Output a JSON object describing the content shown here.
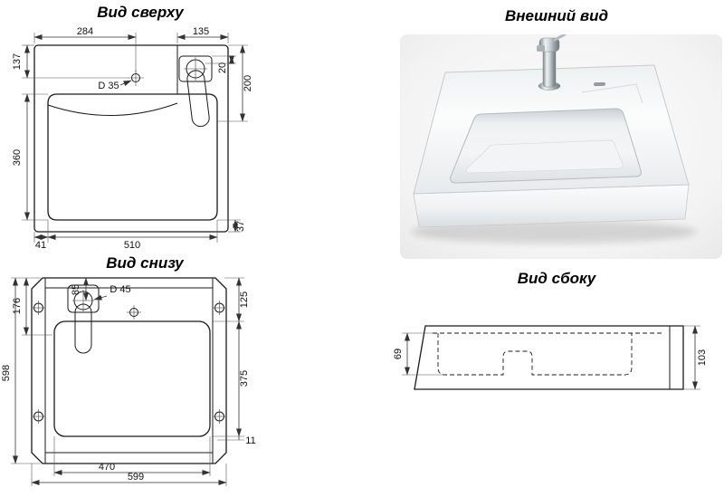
{
  "views": {
    "top": {
      "title": "Вид сверху",
      "dims": {
        "width_to_hole": "284",
        "platform_width": "135",
        "top_to_hole": "137",
        "platform_depth": "200",
        "hole_offset": "20",
        "hole_diameter": "D 35",
        "basin_depth": "360",
        "bottom_margin": "37",
        "left_margin": "41",
        "basin_width": "510"
      }
    },
    "external": {
      "title": "Внешний вид"
    },
    "bottom": {
      "title": "Вид снизу",
      "dims": {
        "hole_offset": "85",
        "top_to_drain": "176",
        "hole_diameter": "D 45",
        "top_section": "125",
        "overall_height": "598",
        "basin_section": "375",
        "flange": "11",
        "inner_width": "470",
        "overall_width": "599"
      }
    },
    "side": {
      "title": "Вид сбоку",
      "dims": {
        "front_height": "69",
        "total_height": "103"
      }
    }
  }
}
